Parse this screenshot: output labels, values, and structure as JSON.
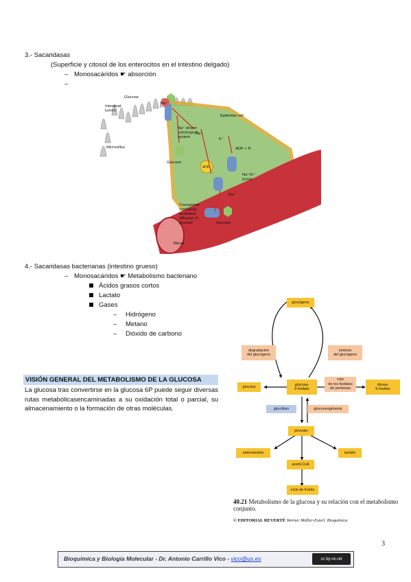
{
  "sec3": {
    "title": "3.- Sacaridasas",
    "subtitle": "(Superficie y citosol de los enterocitos en el intestino delgado)",
    "item1": "Monosacáridos ☛ absorción",
    "item2": ""
  },
  "fig1": {
    "glucose_top": "Glucose",
    "na_top": "Na⁺",
    "intestinal_lumen": "Intestinal\nlumen",
    "na_driven": "Na⁺ driven\ncotransport\nsystem",
    "epithelial": "Epithelial cell",
    "na_mid": "Na⁺",
    "k": "K⁺",
    "adp": "ADP + Pᵢ",
    "microvillus": "Microvillus",
    "glucose_mid": "Glucose",
    "atp": "ATP",
    "pump": "Na⁺/K⁺\npump",
    "na_low": "Na⁺",
    "transporter": "Transporter\nmediating\nfacilitated\ndiffusion of\nglucose",
    "glucose_low": "Glucose",
    "blood": "Blood"
  },
  "sec4": {
    "title": "4.- Sacaridasas bacterianas (intestino grueso)",
    "item1": "Monosacáridos ☛ Metabolismo bacteriano",
    "sub": [
      "Ácidos grasos cortos",
      "Lactato",
      "Gases"
    ],
    "gases": [
      "Hidrógeno",
      "Metano",
      "Dióxido de carbono"
    ]
  },
  "overview": {
    "heading": "VISIÓN GENERAL DEL METABOLISMO DE LA GLUCOSA",
    "text": "La glucosa tras convertirse en la glucosa 6P puede seguir diversas rutas metabólicasencaminadas a su oxidación total o parcial, su almacenamiento o la formación de otras moléculas."
  },
  "fig2": {
    "glucogeno": "glucógeno",
    "degradacion": "degradación\ndel glucógeno",
    "sintesis": "síntesis\ndel glucógeno",
    "glucosa": "glucosa",
    "g6p": "glucosa-\n6-fosfato",
    "ruta": "ruta\nde los fosfatos\nde pentosas",
    "ribosa": "ribosa-\n5-fosfato",
    "glucolisis": "glucólisis",
    "gluconeo": "gluconeogénesis",
    "piruvato": "piruvato",
    "aminoacidos": "aminoácidos",
    "lactato": "lactato",
    "acetil": "acetil-CoA",
    "krebs": "ciclo de Krebs",
    "caption_num": "40.21",
    "caption": "Metabolismo de la glucosa y su relación con el metabolismo conjunto.",
    "publisher": "© EDITORIAL REVERTÉ",
    "author": "Werner Müller-Esterl. Bioquímica"
  },
  "page_number": "3",
  "footer": {
    "text": "Bioquímica y Biología Molecular - Dr. Antonio Carrillo Vico - ",
    "email": "vico@us.es",
    "license": "cc by-nc-nd"
  },
  "colors": {
    "heading_bg": "#c6d9f0",
    "box_yellow": "#f7c32e",
    "box_peach": "#f6c7a0",
    "box_blue": "#b9cbe9"
  }
}
